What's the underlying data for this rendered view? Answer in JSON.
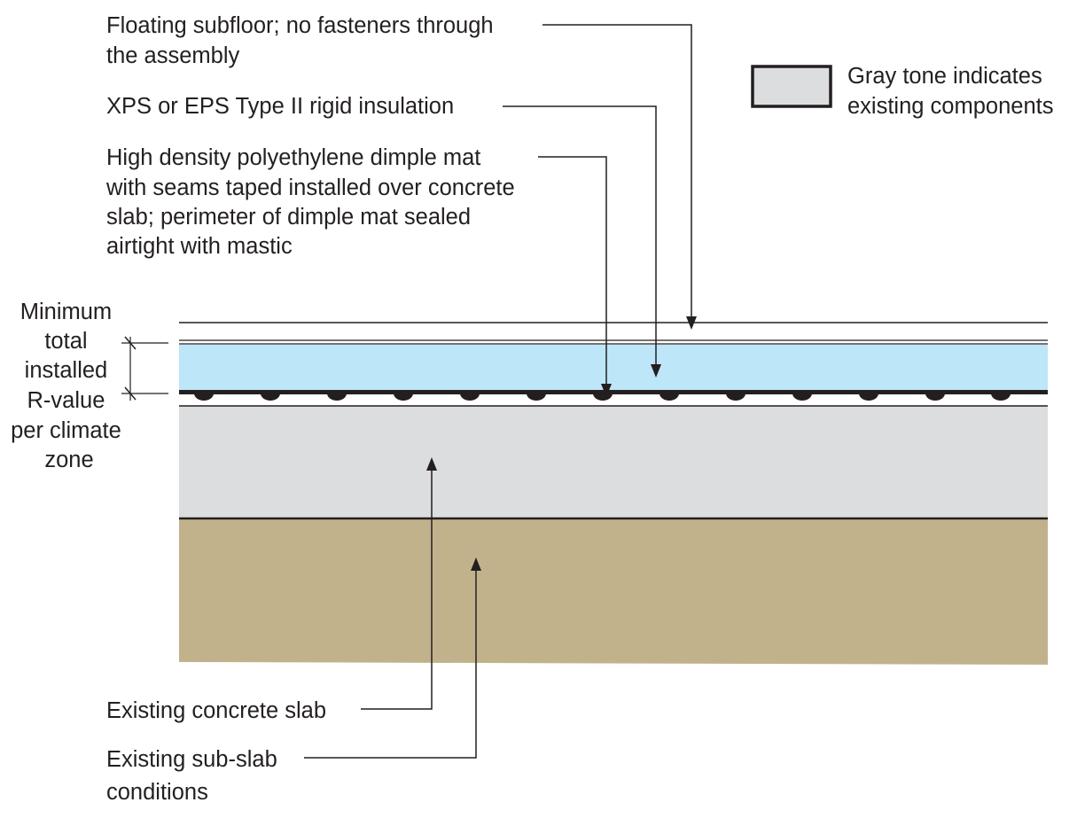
{
  "labels": {
    "subfloor": [
      "Floating subfloor; no fasteners through",
      "the assembly"
    ],
    "insulation": [
      "XPS or EPS Type II rigid insulation"
    ],
    "dimple_mat": [
      "High density polyethylene dimple mat",
      "with seams taped installed over concrete",
      "slab; perimeter of dimple mat sealed",
      "airtight with mastic"
    ],
    "concrete_slab": [
      "Existing concrete slab"
    ],
    "sub_slab": [
      "Existing sub-slab",
      "conditions"
    ],
    "r_value": [
      "Minimum",
      "total",
      "installed",
      "R-value",
      "per climate",
      "zone"
    ]
  },
  "legend": {
    "text": [
      "Gray tone indicates",
      "existing components"
    ],
    "swatch_color": "#dcdddf"
  },
  "colors": {
    "insulation": "#bde6f8",
    "concrete": "#dcdddf",
    "soil": "#c2b28c",
    "line": "#231f20"
  }
}
